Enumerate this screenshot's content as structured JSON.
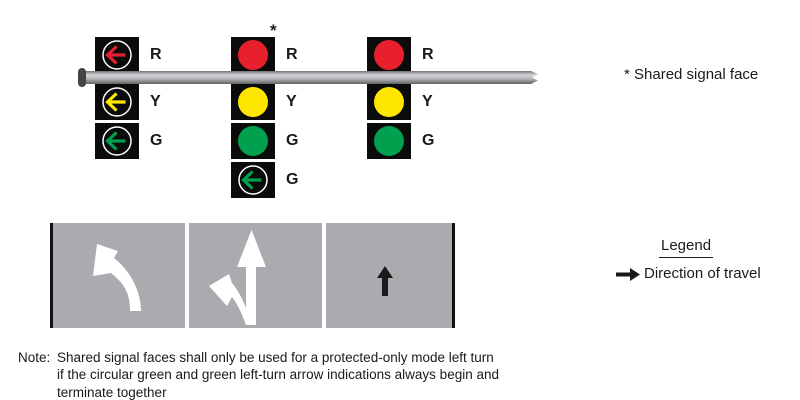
{
  "colors": {
    "red": "#E8202D",
    "yellow": "#FFE600",
    "green": "#00A04E",
    "road": "#A9ABAE",
    "marking_white": "#FFFFFF",
    "ink": "#1A1A1A"
  },
  "signals": {
    "left": {
      "type": "left-turn-arrow-signal-face",
      "sections": [
        {
          "label": "R",
          "lens": "red-left-arrow"
        },
        {
          "label": "Y",
          "lens": "yellow-left-arrow"
        },
        {
          "label": "G",
          "lens": "green-left-arrow"
        }
      ]
    },
    "middle": {
      "type": "shared-signal-face",
      "asterisk": "*",
      "sections": [
        {
          "label": "R",
          "lens": "red-ball"
        },
        {
          "label": "Y",
          "lens": "yellow-ball"
        },
        {
          "label": "G",
          "lens": "green-ball"
        },
        {
          "label": "G",
          "lens": "green-left-arrow"
        }
      ]
    },
    "right": {
      "type": "circular-signal-face",
      "sections": [
        {
          "label": "R",
          "lens": "red-ball"
        },
        {
          "label": "Y",
          "lens": "yellow-ball"
        },
        {
          "label": "G",
          "lens": "green-ball"
        }
      ]
    }
  },
  "annotation": {
    "shared_signal_face": "* Shared signal face"
  },
  "lanes": [
    {
      "marking": "left-turn-arrow"
    },
    {
      "marking": "shared-left-through-arrow"
    },
    {
      "marking": "direction-of-travel-arrow"
    }
  ],
  "legend": {
    "title": "Legend",
    "items": [
      {
        "icon": "right-arrow",
        "label": "Direction of travel"
      }
    ]
  },
  "note": {
    "prefix": "Note:",
    "line1": "Shared signal faces shall only be used for a protected-only mode left turn",
    "line2": "if the circular green and green left-turn arrow indications always begin and",
    "line3": "terminate together"
  }
}
